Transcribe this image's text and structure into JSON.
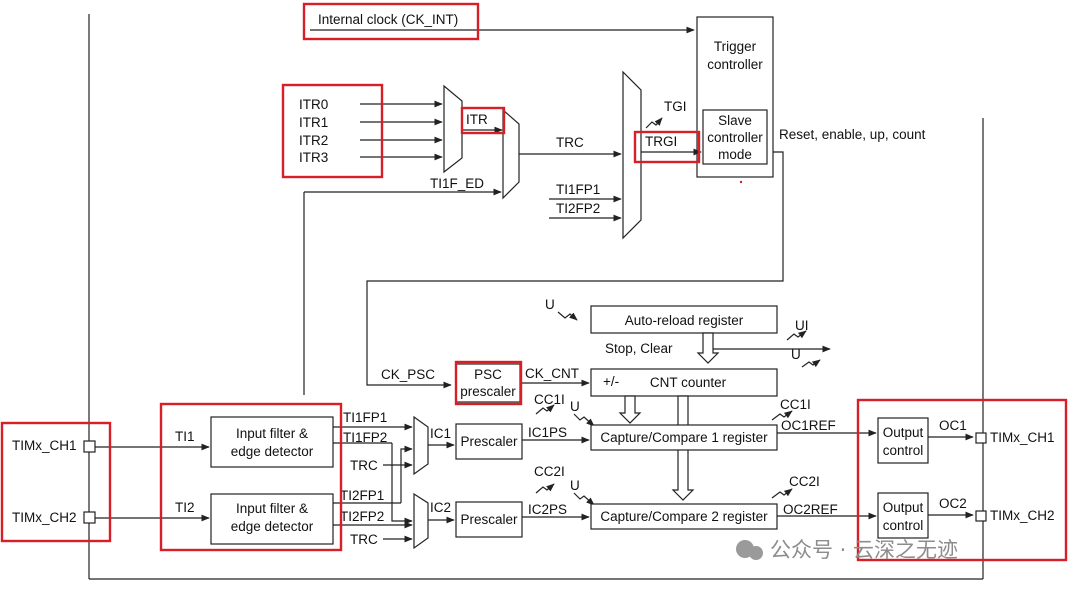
{
  "top": {
    "internal_clock": "Internal clock (CK_INT)",
    "trigger_controller_l1": "Trigger",
    "trigger_controller_l2": "controller",
    "slave_l1": "Slave",
    "slave_l2": "controller",
    "slave_l3": "mode",
    "reset_label": "Reset, enable, up, count",
    "tgi": "TGI",
    "trgi": "TRGI",
    "trc": "TRC",
    "itr_mux": "ITR",
    "ti1f_ed": "TI1F_ED",
    "ti1fp1": "TI1FP1",
    "ti2fp2": "TI2FP2",
    "itr_inputs": [
      "ITR0",
      "ITR1",
      "ITR2",
      "ITR3"
    ]
  },
  "counter": {
    "u_label": "U",
    "autoreload": "Auto-reload register",
    "stop_clear": "Stop, Clear",
    "ui": "UI",
    "u2": "U",
    "ck_psc": "CK_PSC",
    "psc_l1": "PSC",
    "psc_l2": "prescaler",
    "ck_cnt": "CK_CNT",
    "plus_minus": "+/-",
    "cnt": "CNT counter"
  },
  "channel1": {
    "pin": "TIMx_CH1",
    "ti": "TI1",
    "filter_l1": "Input filter &",
    "filter_l2": "edge detector",
    "fp1": "TI1FP1",
    "fp2": "TI1FP2",
    "trc": "TRC",
    "ic": "IC1",
    "prescaler": "Prescaler",
    "icps": "IC1PS",
    "cci": "CC1I",
    "u": "U",
    "ccr": "Capture/Compare 1 register",
    "cc_out": "CC1I",
    "ocref": "OC1REF",
    "out_l1": "Output",
    "out_l2": "control",
    "oc": "OC1",
    "out_pin": "TIMx_CH1"
  },
  "channel2": {
    "pin": "TIMx_CH2",
    "ti": "TI2",
    "filter_l1": "Input filter &",
    "filter_l2": "edge detector",
    "fp1": "TI2FP1",
    "fp2": "TI2FP2",
    "trc": "TRC",
    "ic": "IC2",
    "prescaler": "Prescaler",
    "icps": "IC2PS",
    "cci": "CC2I",
    "u": "U",
    "ccr": "Capture/Compare 2 register",
    "cc_out": "CC2I",
    "ocref": "OC2REF",
    "out_l1": "Output",
    "out_l2": "control",
    "oc": "OC2",
    "out_pin": "TIMx_CH2"
  },
  "watermark": "公众号 · 云深之无迹",
  "colors": {
    "highlight": "#d81e27",
    "line": "#222222",
    "watermark": "#8c8c8c"
  }
}
